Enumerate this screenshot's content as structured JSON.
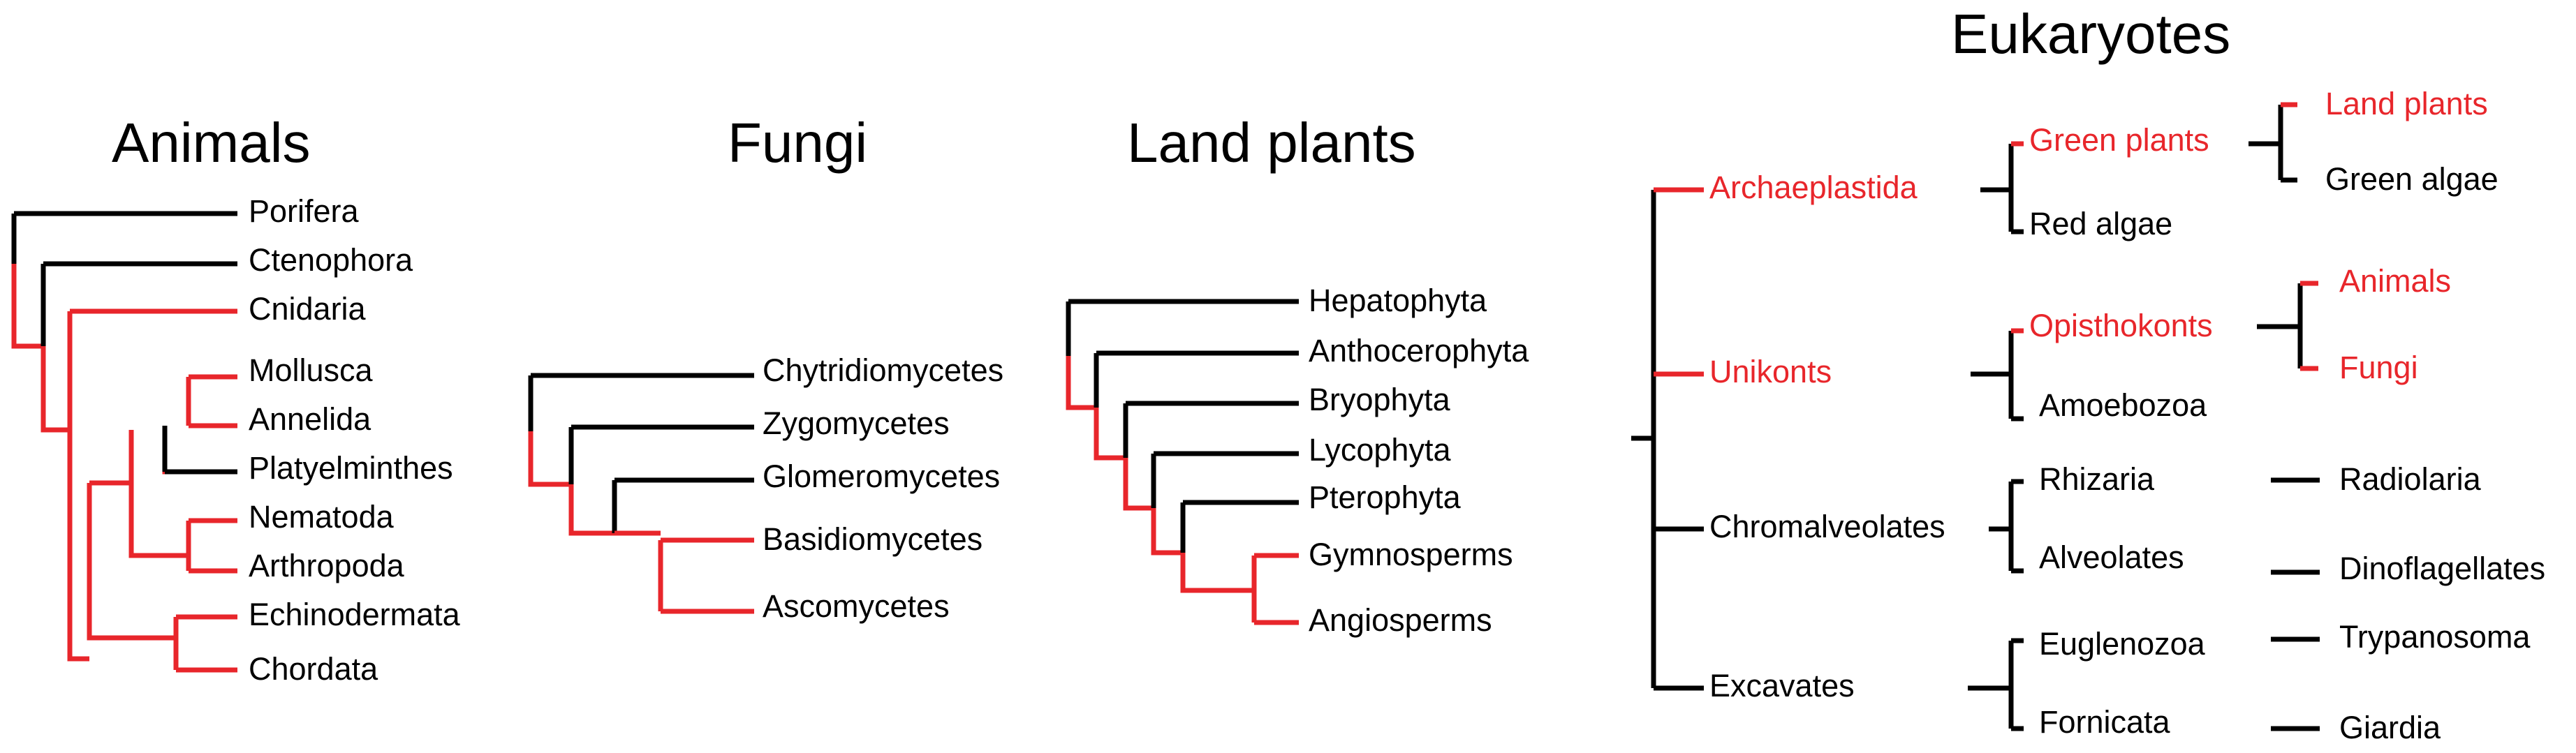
{
  "colors": {
    "highlight": "#e8262b",
    "default": "#000000",
    "background": "#ffffff"
  },
  "animals": {
    "title": "Animals",
    "taxa": [
      "Porifera",
      "Ctenophora",
      "Cnidaria",
      "Mollusca",
      "Annelida",
      "Platyelminthes",
      "Nematoda",
      "Arthropoda",
      "Echinodermata",
      "Chordata"
    ],
    "highlighted": [
      false,
      false,
      true,
      true,
      true,
      false,
      true,
      true,
      true,
      true
    ]
  },
  "fungi": {
    "title": "Fungi",
    "taxa": [
      "Chytridiomycetes",
      "Zygomycetes",
      "Glomeromycetes",
      "Basidiomycetes",
      "Ascomycetes"
    ],
    "highlighted": [
      false,
      false,
      false,
      true,
      true
    ]
  },
  "land_plants": {
    "title": "Land plants",
    "taxa": [
      "Hepatophyta",
      "Anthocerophyta",
      "Bryophyta",
      "Lycophyta",
      "Pterophyta",
      "Gymnosperms",
      "Angiosperms"
    ],
    "highlighted": [
      false,
      false,
      false,
      false,
      false,
      true,
      true
    ]
  },
  "eukaryotes": {
    "title": "Eukaryotes",
    "supergroups": [
      "Archaeplastida",
      "Unikonts",
      "Chromalveolates",
      "Excavates"
    ],
    "supergroups_highlighted": [
      true,
      true,
      false,
      false
    ],
    "groups": [
      "Green plants",
      "Red algae",
      "Opisthokonts",
      "Amoebozoa",
      "Rhizaria",
      "Alveolates",
      "Euglenozoa",
      "Fornicata"
    ],
    "groups_highlighted": [
      true,
      false,
      true,
      false,
      false,
      false,
      false,
      false
    ],
    "subgroups": [
      "Land plants",
      "Green algae",
      "Animals",
      "Fungi",
      "Radiolaria",
      "Dinoflagellates",
      "Trypanosoma",
      "Giardia"
    ],
    "subgroups_highlighted": [
      true,
      false,
      true,
      true,
      false,
      false,
      false,
      false
    ]
  }
}
